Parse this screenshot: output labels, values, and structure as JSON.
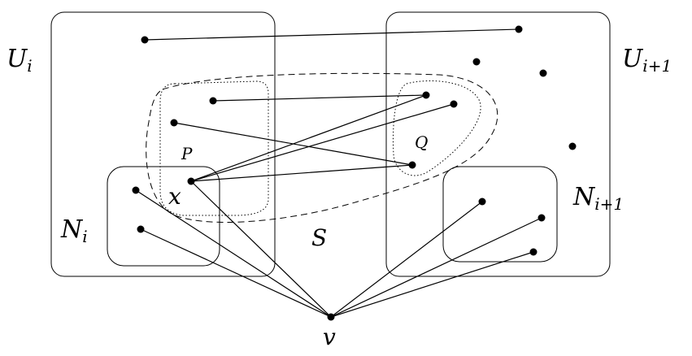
{
  "labels": {
    "U_i": "U",
    "U_i_sub": "i",
    "U_i1": "U",
    "U_i1_sub": "i+1",
    "N_i": "N",
    "N_i_sub": "i",
    "N_i1": "N",
    "N_i1_sub": "i+1",
    "P": "P",
    "Q": "Q",
    "S": "S",
    "x": "x",
    "v": "v"
  },
  "colors": {
    "stroke": "#000000",
    "background": "#ffffff"
  }
}
